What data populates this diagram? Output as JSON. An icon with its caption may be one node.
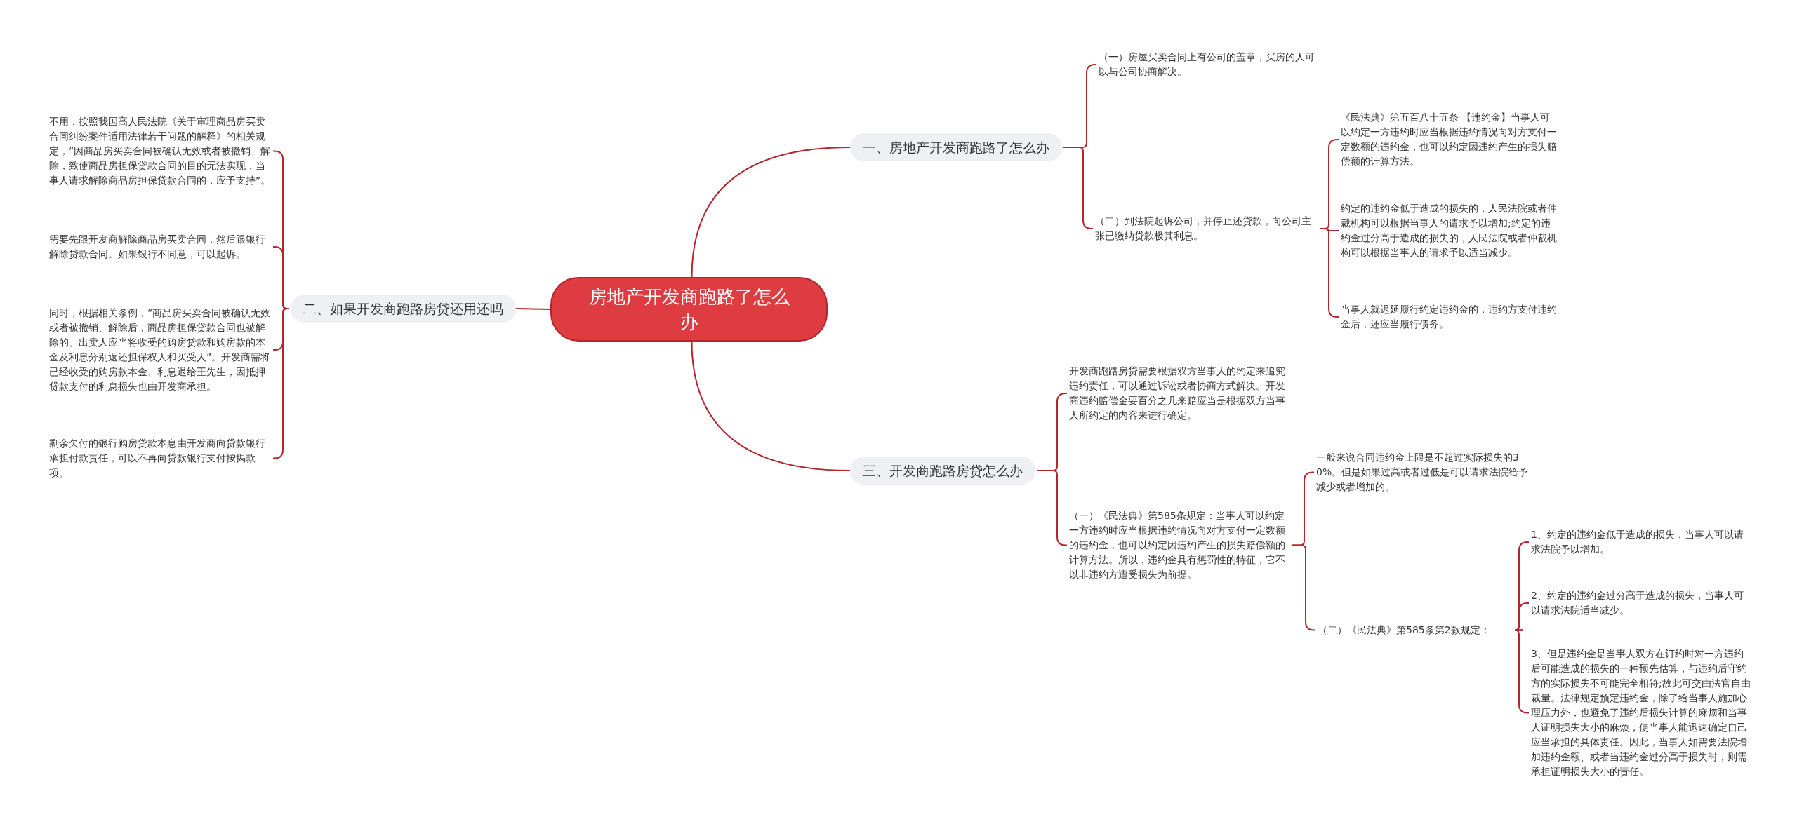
{
  "diagram": {
    "nodes": [
      {
        "text": [
          "房地产开发商跑路了怎么办"
        ]
      },
      {
        "text": [
          "一、房地产开发商跑路了怎么办"
        ]
      },
      {
        "text": [
          "（一）房屋买卖合同上有公司的盖章，买房的人可以与公司协商解决。"
        ]
      },
      {
        "text": [
          "（二）到法院起诉公司，并停止还贷款，向公司主张已缴纳贷款极其利息。"
        ]
      },
      {
        "text": [
          "《民法典》第五百八十五条 【违约金】当事人可以约定一方违约时应当根据违约情况向对方支付一定数额的违约金，也可以约定因违约产生的损失赔偿额的计算方法。"
        ]
      },
      {
        "text": [
          "约定的违约金低于造成的损失的，人民法院或者仲裁机构可以根据当事人的请求予以增加;约定的违约金过分高于造成的损失的，人民法院或者仲裁机构可以根据当事人的请求予以适当减少。"
        ]
      },
      {
        "text": [
          "当事人就迟延履行约定违约金的，违约方支付违约金后，还应当履行债务。"
        ]
      },
      {
        "text": [
          "二、如果开发商跑路房贷还用还吗"
        ]
      },
      {
        "text": [
          "不用，按照我国高人民法院《关于审理商品房买卖合同纠纷案件适用法律若干问题的解释》的相关规定，“因商品房买卖合同被确认无效或者被撤销、解除，致使商品房担保贷款合同的目的无法实现，当事人请求解除商品房担保贷款合同的，应予支持”。"
        ]
      },
      {
        "text": [
          "需要先跟开发商解除商品房买卖合同，然后跟银行解除贷款合同。如果银行不同意，可以起诉。"
        ]
      },
      {
        "text": [
          "同时，根据相关条例，“商品房买卖合同被确认无效或者被撤销、解除后，商品房担保贷款合同也被解除的、出卖人应当将收受的购房贷款和购房款的本金及利息分别返还担保权人和买受人”。开发商需将已经收受的购房款本金、利息退给王先生，因抵押贷款支付的利息损失也由开发商承担。"
        ]
      },
      {
        "text": [
          "剩余欠付的银行购房贷款本息由开发商向贷款银行承担付款责任，可以不再向贷款银行支付按揭款项。"
        ]
      },
      {
        "text": [
          "三、开发商跑路房贷怎么办"
        ]
      },
      {
        "text": [
          "开发商跑路房贷需要根据双方当事人的约定来追究违约责任，可以通过诉讼或者协商方式解决。开发商违约赔偿金要百分之几来赔应当是根据双方当事人所约定的内容来进行确定。"
        ]
      },
      {
        "text": [
          "（一）《民法典》第585条规定：当事人可以约定一方违约时应当根据违约情况向对方支付一定数额的违约金，也可以约定因违约产生的损失赔偿额的计算方法。所以，违约金具有惩罚性的特征，它不以非违约方遭受损失为前提。"
        ]
      },
      {
        "text": [
          "一般来说合同违约金上限是不超过实际损失的30%。但是如果过高或者过低是可以请求法院给予减少或者增加的。"
        ]
      },
      {
        "text": [
          "（二）《民法典》第585条第2款规定："
        ]
      },
      {
        "text": [
          "1、约定的违约金低于造成的损失，当事人可以请求法院予以增加。"
        ]
      },
      {
        "text": [
          "2、约定的违约金过分高于造成的损失，当事人可以请求法院适当减少。"
        ]
      },
      {
        "text": [
          "3、但是违约金是当事人双方在订约时对一方违约后可能造成的损失的一种预先估算，与违约后守约方的实际损失不可能完全相符;故此可交由法官自由裁量。法律规定预定违约金，除了给当事人施加心理压力外，也避免了违约后损失计算的麻烦和当事人证明损失大小的麻烦，使当事人能迅速确定自己应当承担的具体责任。因此，当事人如需要法院增加违约金额、或者当违约金过分高于损失时，则需承担证明损失大小的责任。"
        ]
      }
    ],
    "edges": [
      {
        "from": 0,
        "to": 1,
        "arrow": "none"
      },
      {
        "from": 1,
        "to": 2,
        "arrow": "none"
      },
      {
        "from": 1,
        "to": 3,
        "arrow": "none"
      },
      {
        "from": 3,
        "to": 4,
        "arrow": "none"
      },
      {
        "from": 3,
        "to": 5,
        "arrow": "none"
      },
      {
        "from": 3,
        "to": 6,
        "arrow": "none"
      },
      {
        "from": 0,
        "to": 7,
        "arrow": "none"
      },
      {
        "from": 7,
        "to": 8,
        "arrow": "none"
      },
      {
        "from": 7,
        "to": 9,
        "arrow": "none"
      },
      {
        "from": 7,
        "to": 10,
        "arrow": "none"
      },
      {
        "from": 7,
        "to": 11,
        "arrow": "none"
      },
      {
        "from": 0,
        "to": 12,
        "arrow": "none"
      },
      {
        "from": 12,
        "to": 13,
        "arrow": "none"
      },
      {
        "from": 12,
        "to": 14,
        "arrow": "none"
      },
      {
        "from": 14,
        "to": 15,
        "arrow": "none"
      },
      {
        "from": 14,
        "to": 16,
        "arrow": "none"
      },
      {
        "from": 16,
        "to": 17,
        "arrow": "none"
      },
      {
        "from": 16,
        "to": 18,
        "arrow": "none"
      },
      {
        "from": 16,
        "to": 19,
        "arrow": "none"
      }
    ]
  }
}
